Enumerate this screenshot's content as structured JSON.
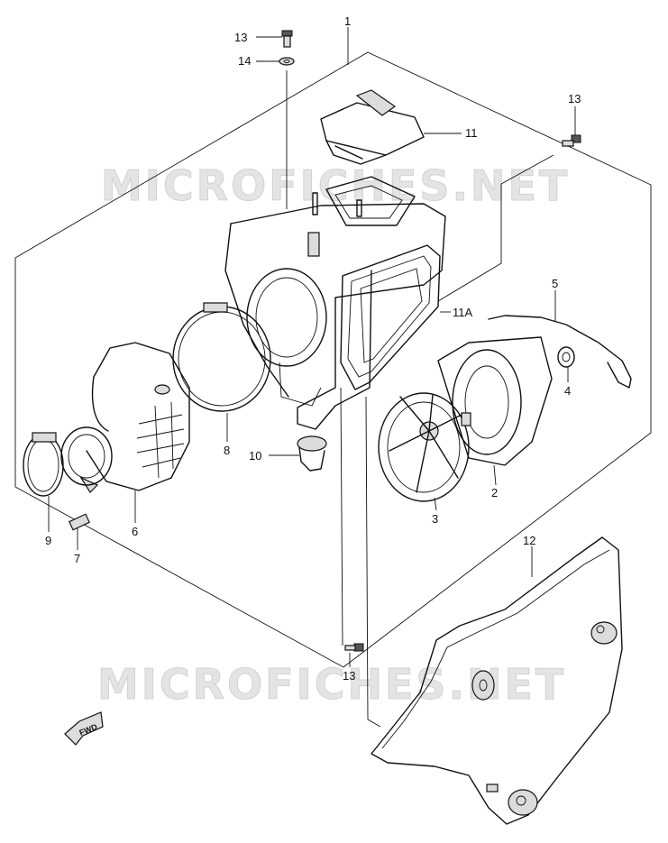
{
  "watermark": {
    "text": "MICROFICHES.NET"
  },
  "direction_arrow": {
    "label": "FWD"
  },
  "callouts": {
    "c1": "1",
    "c2": "2",
    "c3": "3",
    "c4": "4",
    "c5": "5",
    "c6": "6",
    "c7": "7",
    "c8": "8",
    "c9": "9",
    "c10": "10",
    "c11": "11",
    "c11a": "11A",
    "c12": "12",
    "c13a": "13",
    "c13b": "13",
    "c13c": "13",
    "c14": "14"
  }
}
